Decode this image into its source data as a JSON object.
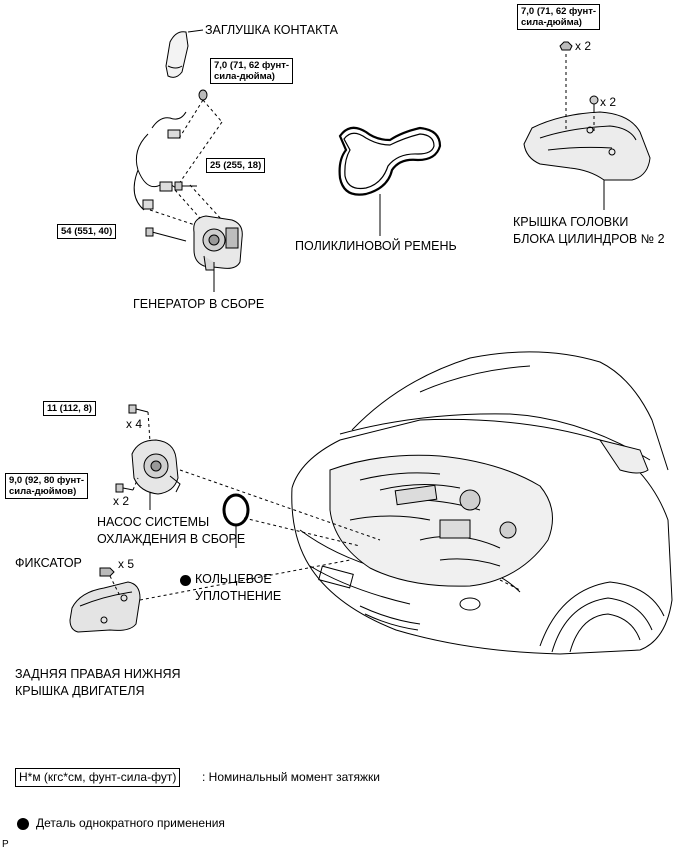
{
  "labels": {
    "contact_plug": "ЗАГЛУШКА КОНТАКТА",
    "v_ribbed_belt": "ПОЛИКЛИНОВОЙ РЕМЕНЬ",
    "head_cover_l1": "КРЫШКА ГОЛОВКИ",
    "head_cover_l2": "БЛОКА ЦИЛИНДРОВ № 2",
    "generator": "ГЕНЕРАТОР В СБОРЕ",
    "pump_l1": "НАСОС СИСТЕМЫ",
    "pump_l2": "ОХЛАЖДЕНИЯ В СБОРЕ",
    "clip": "ФИКСАТОР",
    "o_ring_l1": "КОЛЬЦЕВОЕ",
    "o_ring_l2": "УПЛОТНЕНИЕ",
    "engine_cover_l1": "ЗАДНЯЯ ПРАВАЯ НИЖНЯЯ",
    "engine_cover_l2": "КРЫШКА ДВИГАТЕЛЯ"
  },
  "torque": {
    "t1_l1": "7,0 (71, 62 фунт-",
    "t1_l2": "сила-дюйма)",
    "t2_l1": "7,0 (71, 62 фунт-",
    "t2_l2": "сила-дюйма)",
    "t3": "25 (255, 18)",
    "t4": "54 (551, 40)",
    "t5": "11 (112, 8)",
    "t6_l1": "9,0 (92, 80 фунт-",
    "t6_l2": "сила-дюймов)"
  },
  "quantities": {
    "cover_nut": "x 2",
    "cover_bolt": "x 2",
    "pump_bolt_top": "x 4",
    "pump_bolt_bottom": "x 2",
    "clip": "x 5"
  },
  "legend": {
    "torque_unit": "Н*м (кгс*см, фунт-сила-фут)",
    "torque_desc": ": Номинальный момент затяжки",
    "single_use": "Деталь однократного применения"
  },
  "footer_code": "P"
}
